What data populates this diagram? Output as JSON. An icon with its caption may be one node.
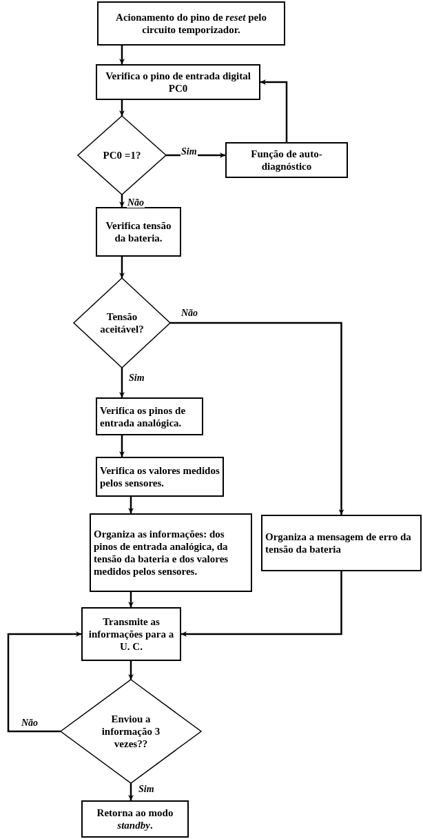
{
  "diagram": {
    "nodes": [
      {
        "text": [
          "Acionamento do pino de *reset* pelo circuito temporizador."
        ]
      },
      {
        "text": [
          "Verifica o pino de entrada digital PC0"
        ]
      },
      {
        "text": [
          "PC0 =1?"
        ]
      },
      {
        "text": [
          "Função de auto-diagnóstico"
        ]
      },
      {
        "text": [
          "Verifica tensão da bateria."
        ]
      },
      {
        "text": [
          "Tensão aceitável?"
        ]
      },
      {
        "text": [
          "Verifica os pinos de entrada analógica."
        ]
      },
      {
        "text": [
          "Verifica os valores medidos pelos sensores."
        ]
      },
      {
        "text": [
          "Organiza as informações: dos pinos de entrada analógica, da tensão da bateria e dos valores medidos pelos sensores."
        ]
      },
      {
        "text": [
          "Organiza a mensagem de erro da tensão da bateria"
        ]
      },
      {
        "text": [
          "Transmite as informações para a U. C."
        ]
      },
      {
        "text": [
          "Enviou a informação 3 vezes??"
        ]
      },
      {
        "text": [
          "Retorna ao modo *standby*."
        ]
      }
    ],
    "edges": [
      {
        "from": 0,
        "to": 1,
        "arrow": "to"
      },
      {
        "from": 1,
        "to": 2,
        "arrow": "to"
      },
      {
        "from": 2,
        "to": 3,
        "arrow": "to",
        "label": "Sim"
      },
      {
        "from": 3,
        "to": 1,
        "arrow": "to"
      },
      {
        "from": 2,
        "to": 4,
        "arrow": "to",
        "label": "Não"
      },
      {
        "from": 4,
        "to": 5,
        "arrow": "to"
      },
      {
        "from": 5,
        "to": 6,
        "arrow": "to",
        "label": "Sim"
      },
      {
        "from": 5,
        "to": 9,
        "arrow": "to",
        "label": "Não"
      },
      {
        "from": 6,
        "to": 7,
        "arrow": "to"
      },
      {
        "from": 7,
        "to": 8,
        "arrow": "to"
      },
      {
        "from": 8,
        "to": 10,
        "arrow": "to"
      },
      {
        "from": 9,
        "to": 10,
        "arrow": "to"
      },
      {
        "from": 10,
        "to": 11,
        "arrow": "to"
      },
      {
        "from": 11,
        "to": 10,
        "arrow": "to",
        "label": "Não"
      },
      {
        "from": 11,
        "to": 12,
        "arrow": "to",
        "label": "Sim"
      }
    ]
  }
}
